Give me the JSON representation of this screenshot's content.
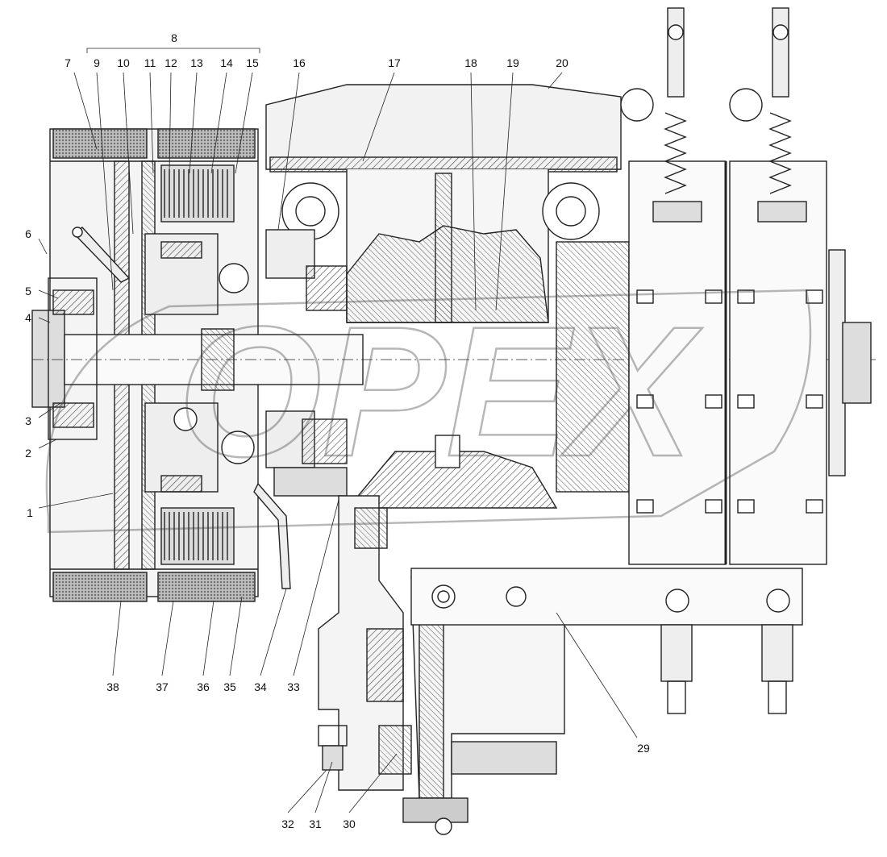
{
  "watermark": {
    "text": "OPEX"
  },
  "callouts": [
    {
      "id": "1",
      "text": "1"
    },
    {
      "id": "2",
      "text": "2"
    },
    {
      "id": "3",
      "text": "3"
    },
    {
      "id": "4",
      "text": "4"
    },
    {
      "id": "5",
      "text": "5"
    },
    {
      "id": "6",
      "text": "6"
    },
    {
      "id": "7",
      "text": "7"
    },
    {
      "id": "8",
      "text": "8"
    },
    {
      "id": "9",
      "text": "9"
    },
    {
      "id": "10",
      "text": "10"
    },
    {
      "id": "11",
      "text": "11"
    },
    {
      "id": "12",
      "text": "12"
    },
    {
      "id": "13",
      "text": "13"
    },
    {
      "id": "14",
      "text": "14"
    },
    {
      "id": "15",
      "text": "15"
    },
    {
      "id": "16",
      "text": "16"
    },
    {
      "id": "17",
      "text": "17"
    },
    {
      "id": "18",
      "text": "18"
    },
    {
      "id": "19",
      "text": "19"
    },
    {
      "id": "20",
      "text": "20"
    },
    {
      "id": "29",
      "text": "29"
    },
    {
      "id": "30",
      "text": "30"
    },
    {
      "id": "31",
      "text": "31"
    },
    {
      "id": "32",
      "text": "32"
    },
    {
      "id": "33",
      "text": "33"
    },
    {
      "id": "34",
      "text": "34"
    },
    {
      "id": "35",
      "text": "35"
    },
    {
      "id": "36",
      "text": "36"
    },
    {
      "id": "37",
      "text": "37"
    },
    {
      "id": "38",
      "text": "38"
    }
  ]
}
